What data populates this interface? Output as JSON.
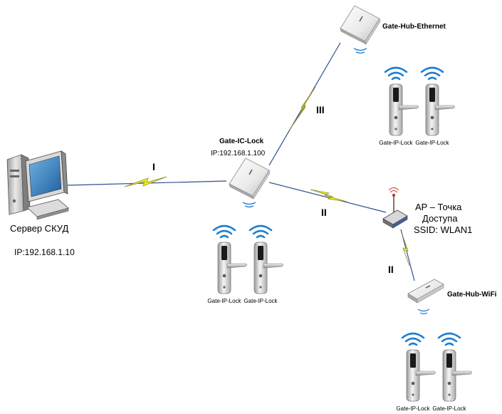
{
  "nodes": {
    "server": {
      "name": "Сервер СКУД",
      "ip": "IP:192.168.1.10"
    },
    "ic_lock": {
      "name": "Gate-IC-Lock",
      "ip": "IP:192.168.1.100"
    },
    "hub_ethernet": {
      "name": "Gate-Hub-Ethernet"
    },
    "hub_wifi": {
      "name": "Gate-Hub-WiFi"
    },
    "access_point": {
      "line1": "AP – Точка",
      "line2": "Доступа",
      "line3": "SSID: WLAN1"
    }
  },
  "links": {
    "server_to_ic": "I",
    "ic_to_ethernet": "III",
    "ic_to_ap": "II",
    "ap_to_wifi": "II"
  },
  "lock_label": "Gate-IP-Lock",
  "colors": {
    "link_blue": "#2f4f8f",
    "lightning_yellow": "#f2f21a",
    "lightning_outline": "#8a8a2a",
    "wifi_blue": "#1f7fd0",
    "device_white": "#f4f4f4"
  }
}
